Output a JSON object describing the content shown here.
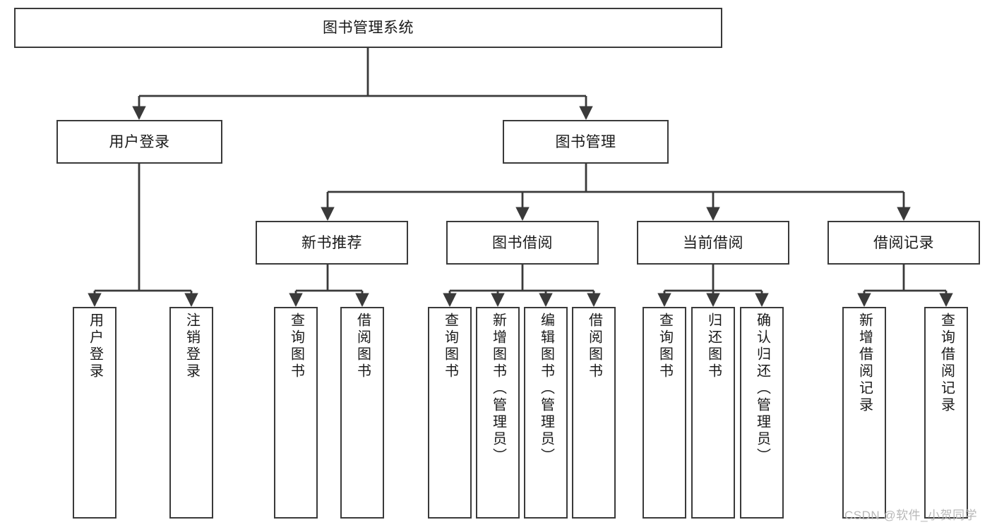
{
  "diagram": {
    "type": "tree",
    "title": "图书管理系统",
    "watermark": "CSDN @软件_小贺同学",
    "colors": {
      "box_border": "#3a3a3a",
      "box_fill": "#ffffff",
      "edge": "#3a3a3a",
      "text": "#1a1a1a",
      "watermark": "#b8b8b8",
      "background": "#ffffff"
    },
    "nodes": {
      "root": {
        "label": "图书管理系统"
      },
      "level2": [
        {
          "label": "用户登录"
        },
        {
          "label": "图书管理"
        }
      ],
      "level3": [
        {
          "label": "新书推荐"
        },
        {
          "label": "图书借阅"
        },
        {
          "label": "当前借阅"
        },
        {
          "label": "借阅记录"
        }
      ],
      "leaves": {
        "user_login": [
          {
            "label": "用户登录"
          },
          {
            "label": "注销登录"
          }
        ],
        "new_book_recommend": [
          {
            "label": "查询图书"
          },
          {
            "label": "借阅图书"
          }
        ],
        "book_borrow": [
          {
            "label": "查询图书"
          },
          {
            "label": "新增图书（管理员）"
          },
          {
            "label": "编辑图书（管理员）"
          },
          {
            "label": "借阅图书"
          }
        ],
        "current_borrow": [
          {
            "label": "查询图书"
          },
          {
            "label": "归还图书"
          },
          {
            "label": "确认归还（管理员）"
          }
        ],
        "borrow_record": [
          {
            "label": "新增借阅记录"
          },
          {
            "label": "查询借阅记录"
          }
        ]
      }
    }
  }
}
